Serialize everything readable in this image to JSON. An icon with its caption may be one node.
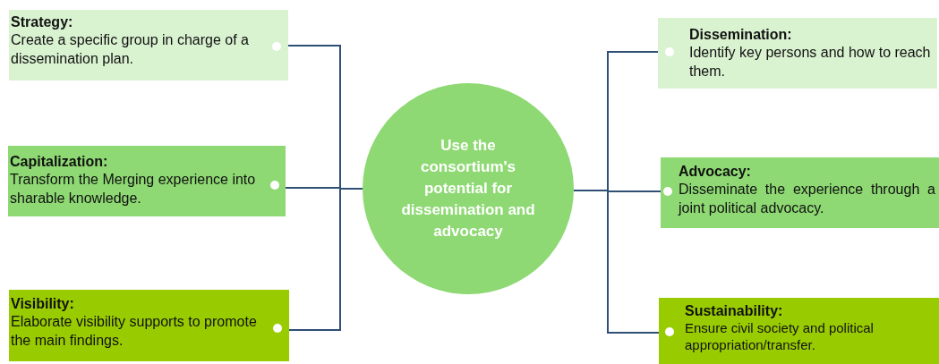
{
  "diagram": {
    "nodes": [
      {
        "text": [
          "Use the consortium's potential for dissemination and advocacy"
        ]
      },
      {
        "text": [
          "Strategy:",
          "Create a specific group in charge of a dissemination plan."
        ]
      },
      {
        "text": [
          "Capitalization:",
          "Transform the Merging experience into sharable knowledge."
        ]
      },
      {
        "text": [
          "Visibility:",
          "Elaborate visibility supports to promote the main findings."
        ]
      },
      {
        "text": [
          "Dissemination:",
          "Identify key persons and how to reach them."
        ]
      },
      {
        "text": [
          "Advocacy:",
          "Disseminate the experience through a joint political advocacy."
        ]
      },
      {
        "text": [
          "Sustainability:",
          "Ensure civil society and political appropriation/transfer."
        ]
      }
    ],
    "edges": [
      {
        "from": 0,
        "to": 1,
        "arrow": "none"
      },
      {
        "from": 0,
        "to": 2,
        "arrow": "none"
      },
      {
        "from": 0,
        "to": 3,
        "arrow": "none"
      },
      {
        "from": 0,
        "to": 4,
        "arrow": "none"
      },
      {
        "from": 0,
        "to": 5,
        "arrow": "none"
      },
      {
        "from": 0,
        "to": 6,
        "arrow": "none"
      }
    ]
  }
}
